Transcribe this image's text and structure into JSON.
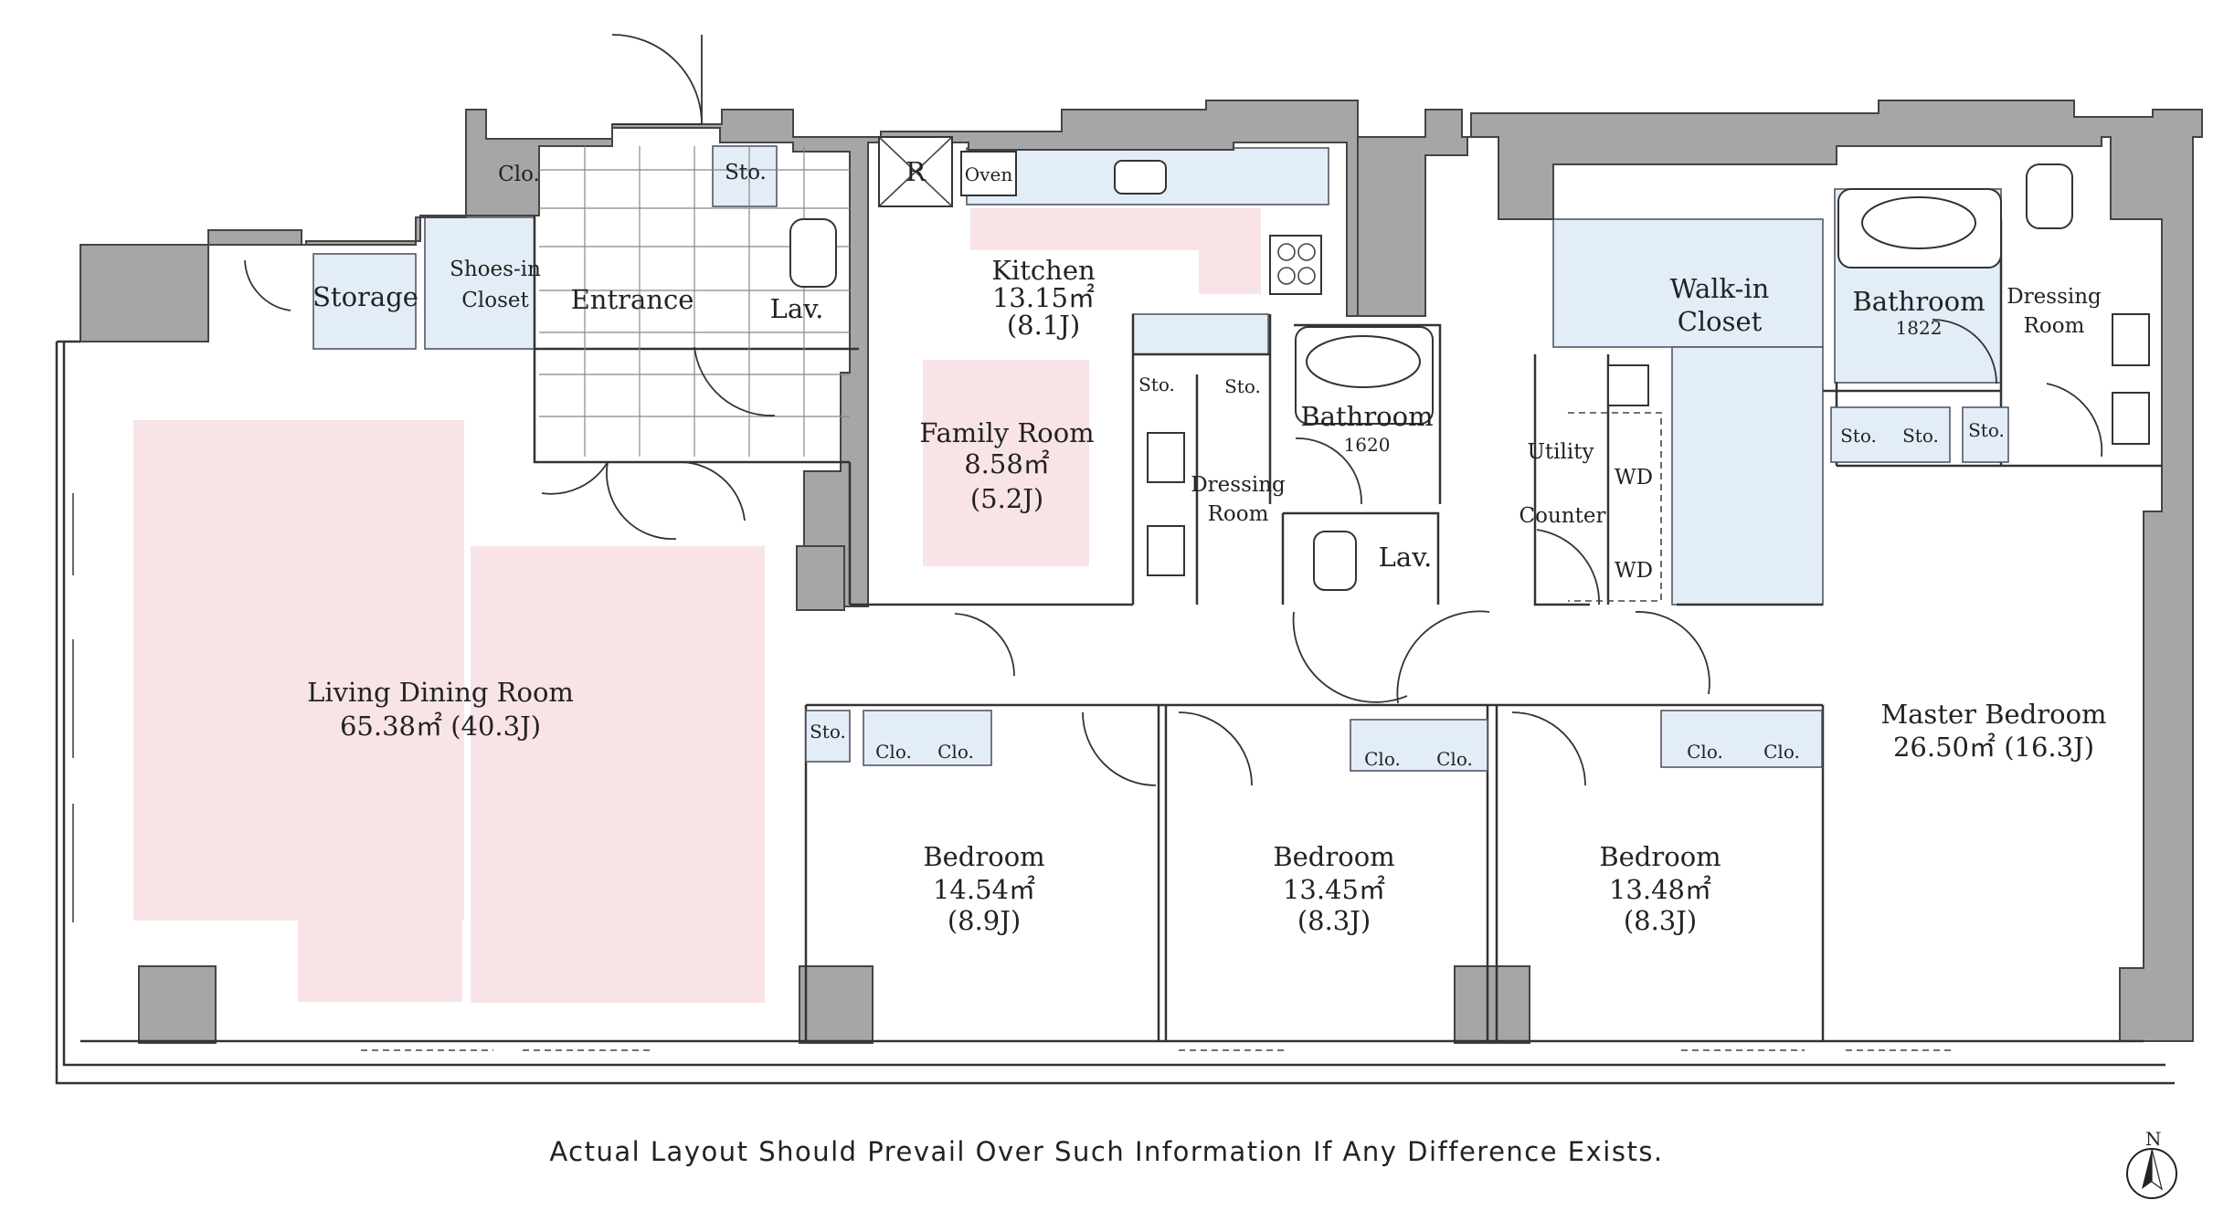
{
  "rooms": {
    "living": {
      "name": "Living Dining Room",
      "area": "65.38㎡ (40.3J)"
    },
    "kitchen": {
      "name": "Kitchen",
      "area": "13.15㎡",
      "jo": "(8.1J)"
    },
    "family": {
      "name": "Family Room",
      "area": "8.58㎡",
      "jo": "(5.2J)"
    },
    "bedroom1": {
      "name": "Bedroom",
      "area": "14.54㎡",
      "jo": "(8.9J)"
    },
    "bedroom2": {
      "name": "Bedroom",
      "area": "13.45㎡",
      "jo": "(8.3J)"
    },
    "bedroom3": {
      "name": "Bedroom",
      "area": "13.48㎡",
      "jo": "(8.3J)"
    },
    "master": {
      "name": "Master Bedroom",
      "area": "26.50㎡ (16.3J)"
    },
    "entrance": "Entrance",
    "storage": "Storage",
    "shoes_line1": "Shoes-in",
    "shoes_line2": "Closet",
    "lav1": "Lav.",
    "lav2": "Lav.",
    "bath1": {
      "name": "Bathroom",
      "size": "1620"
    },
    "bath2": {
      "name": "Bathroom",
      "size": "1822"
    },
    "dressing1": {
      "line1": "Dressing",
      "line2": "Room"
    },
    "dressing2": {
      "line1": "Dressing",
      "line2": "Room"
    },
    "walkin": {
      "line1": "Walk-in",
      "line2": "Closet"
    },
    "utility": "Utility",
    "counter": "Counter",
    "wd_top": "WD",
    "wd_bottom": "WD",
    "oven": "Oven",
    "fridge": "R",
    "clo_entry": "Clo.",
    "sto_entry": "Sto.",
    "sto_dress": "Sto.",
    "sto_dress2": "Sto.",
    "sto_bed1": "Sto.",
    "sto_master1": "Sto.",
    "sto_master2": "Sto.",
    "sto_master3": "Sto.",
    "clo_b1a": "Clo.",
    "clo_b1b": "Clo.",
    "clo_b2a": "Clo.",
    "clo_b2b": "Clo.",
    "clo_b3a": "Clo.",
    "clo_b3b": "Clo."
  },
  "compass": {
    "label": "N"
  },
  "disclaimer": "Actual Layout Should Prevail Over Such Information If Any Difference Exists.",
  "colors": {
    "wall": "#a6a6a6",
    "pink_floor": "#f8e4e6",
    "closet_blue": "#e3edf7"
  }
}
